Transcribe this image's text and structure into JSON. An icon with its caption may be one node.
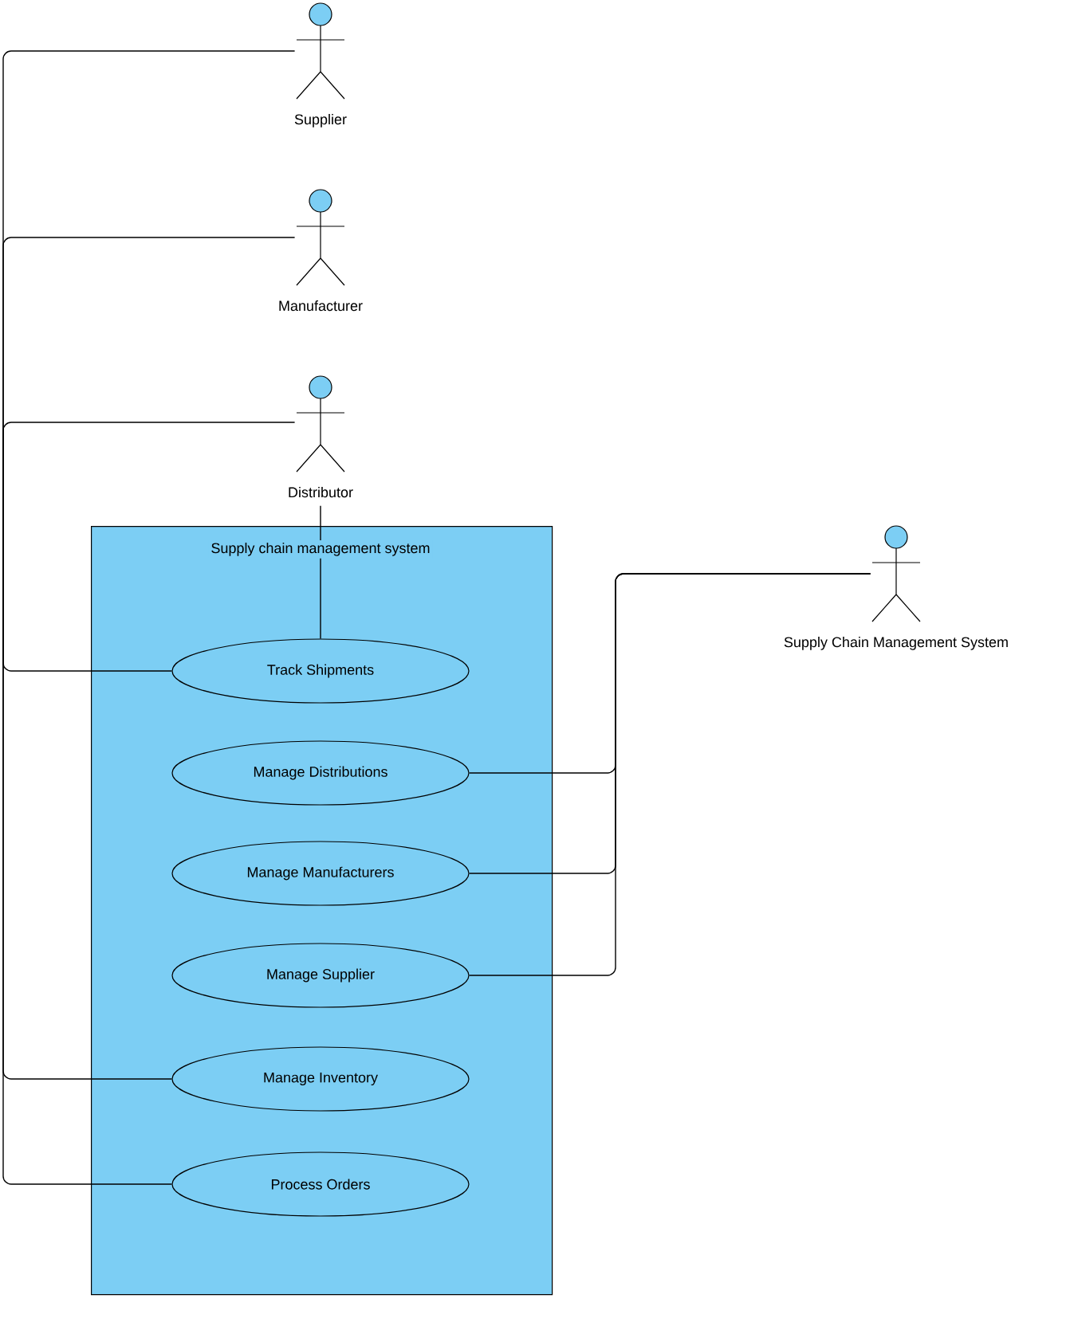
{
  "diagram": {
    "nodes": [
      {
        "text": [
          "Supplier"
        ]
      },
      {
        "text": [
          "Manufacturer"
        ]
      },
      {
        "text": [
          "Distributor"
        ]
      },
      {
        "text": [
          "Supply chain management system"
        ]
      },
      {
        "text": [
          "Track Shipments"
        ],
        "in": 3
      },
      {
        "text": [
          "Manage Distributions"
        ],
        "in": 3
      },
      {
        "text": [
          "Manage Manufacturers"
        ],
        "in": 3
      },
      {
        "text": [
          "Manage Supplier"
        ],
        "in": 3
      },
      {
        "text": [
          "Manage Inventory"
        ],
        "in": 3
      },
      {
        "text": [
          "Process Orders"
        ],
        "in": 3
      },
      {
        "text": [
          "Supply Chain Management System"
        ]
      }
    ],
    "edges": [
      {
        "from": 0,
        "to": 9,
        "arrow": "none"
      },
      {
        "from": 1,
        "to": 4,
        "arrow": "none"
      },
      {
        "from": 2,
        "to": 8,
        "arrow": "none"
      },
      {
        "from": 2,
        "to": 4,
        "arrow": "none"
      },
      {
        "from": 10,
        "to": 5,
        "arrow": "none"
      },
      {
        "from": 10,
        "to": 6,
        "arrow": "none"
      },
      {
        "from": 10,
        "to": 7,
        "arrow": "none"
      }
    ]
  }
}
